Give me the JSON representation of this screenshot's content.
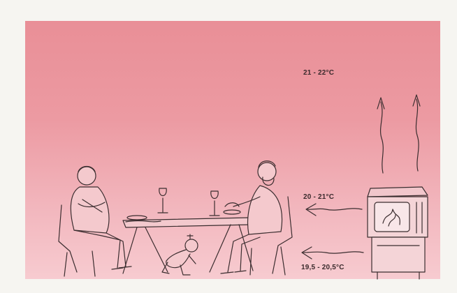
{
  "temperatures": {
    "top": "21 - 22°C",
    "middle": "20 - 21°C",
    "bottom": "19,5 - 20,5°C"
  }
}
